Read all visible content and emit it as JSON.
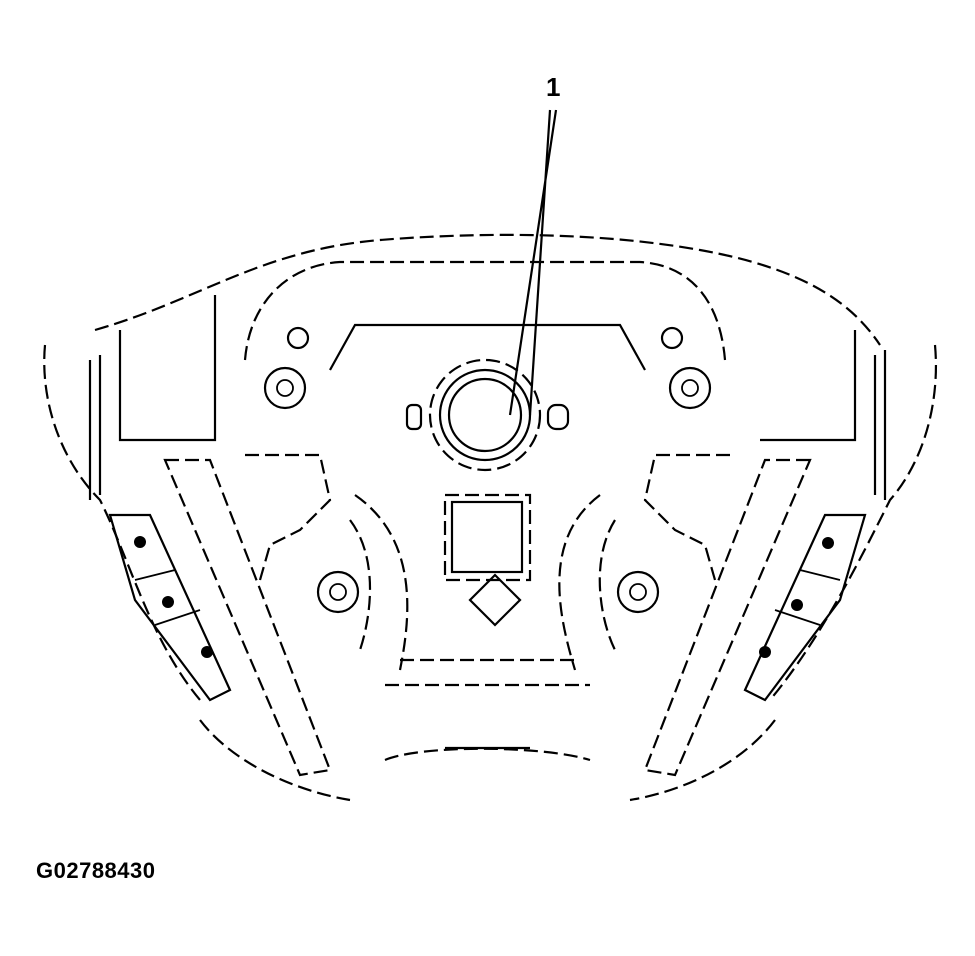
{
  "figure": {
    "id_label": "G02788430",
    "subject": "steering-wheel-inflatable-restraint-module",
    "callouts": [
      {
        "number": "1",
        "points_to": "center-hub"
      }
    ],
    "colors": {
      "line": "#000000",
      "background": "#ffffff"
    }
  }
}
